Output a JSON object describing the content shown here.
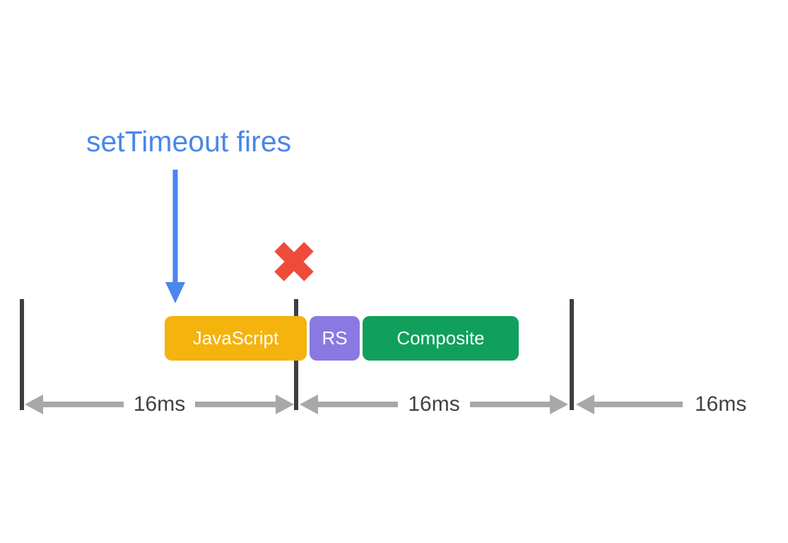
{
  "diagram": {
    "title_semantic": "setTimeout fires after frame boundary causing a missed frame",
    "annotation": {
      "text": "setTimeout fires",
      "color": "#4A86EC"
    },
    "pointer_arrow": {
      "icon": "down-arrow-icon",
      "color": "#4A86EC"
    },
    "cancel_mark": {
      "icon": "red-x-icon",
      "color": "#EF4B3C"
    },
    "tasks": [
      {
        "label": "JavaScript",
        "color": "#F4B30D",
        "text_color": "#FFFFFF"
      },
      {
        "label": "RS",
        "color": "#8A79E2",
        "text_color": "#FFFFFF"
      },
      {
        "label": "Composite",
        "color": "#10A05C",
        "text_color": "#FFFFFF"
      }
    ],
    "timeline": {
      "frame_boundary_color": "#3C4043",
      "arrow_color": "#A8A8A8",
      "duration_label_color": "#424242",
      "segments": [
        {
          "duration_label": "16ms"
        },
        {
          "duration_label": "16ms"
        },
        {
          "duration_label": "16ms",
          "clipped_at_right_edge": true
        }
      ]
    }
  }
}
